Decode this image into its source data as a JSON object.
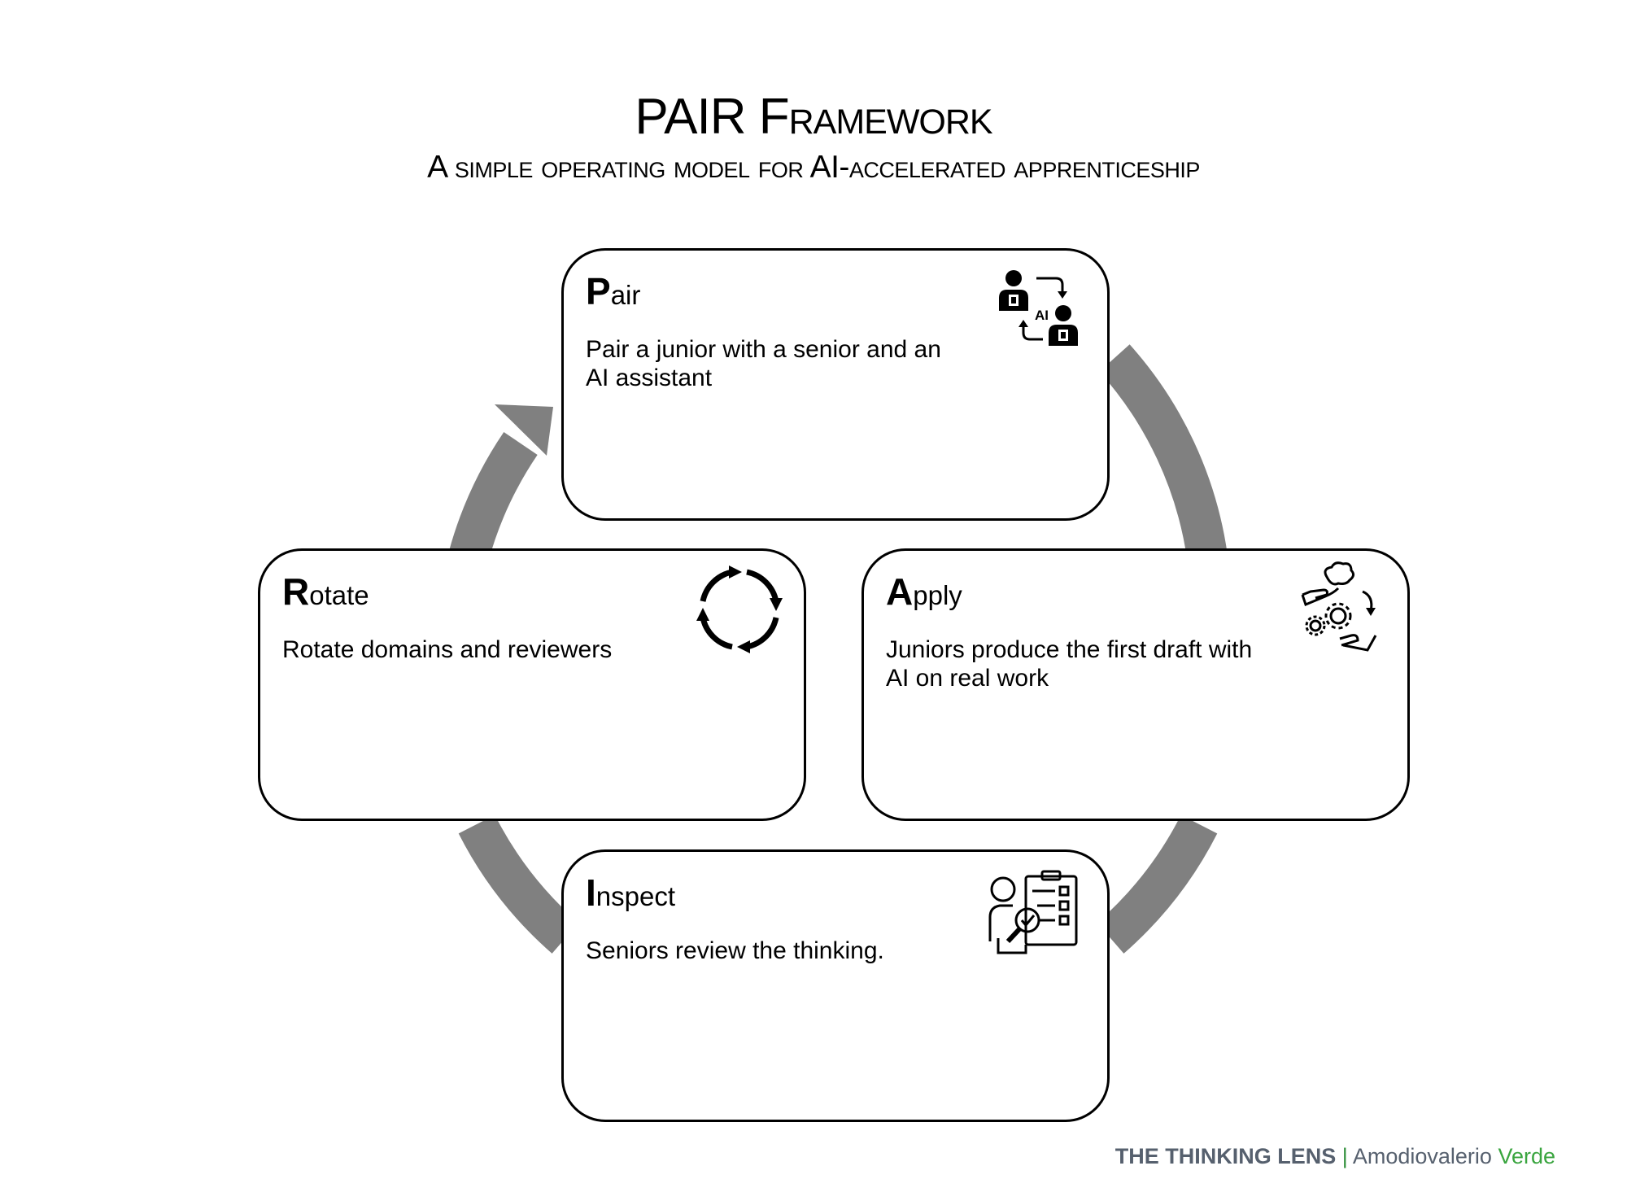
{
  "header": {
    "title": "PAIR Framework",
    "subtitle": "A simple operating model for AI-accelerated apprenticeship"
  },
  "colors": {
    "ring": "#808080",
    "border": "#000000",
    "footer_gray": "#56606e",
    "footer_green": "#3aa53f"
  },
  "cards": {
    "pair": {
      "initial": "P",
      "rest": "air",
      "description": "Pair a junior with a senior and an AI assistant",
      "icon": "people-ai-exchange-icon",
      "icon_text": "AI"
    },
    "apply": {
      "initial": "A",
      "rest": "pply",
      "description": "Juniors produce the first draft with AI on real work",
      "icon": "hands-gears-brain-icon"
    },
    "rotate": {
      "initial": "R",
      "rest": "otate",
      "description": "Rotate domains and reviewers",
      "icon": "circular-arrows-icon"
    },
    "inspect": {
      "initial": "I",
      "rest": "nspect",
      "description": "Seniors review the thinking.",
      "icon": "person-checklist-magnifier-icon"
    }
  },
  "footer": {
    "brand": "THE THINKING LENS",
    "separator": "|",
    "author_first": "Amodiovalerio",
    "author_last": "Verde"
  }
}
